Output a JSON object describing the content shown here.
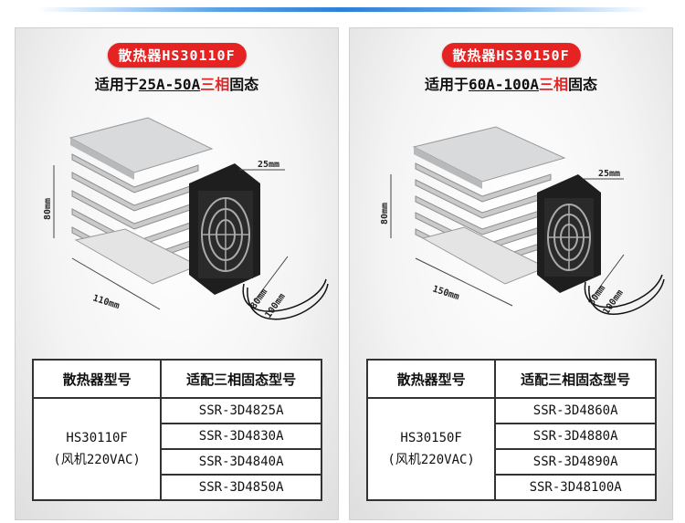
{
  "panels": [
    {
      "title": "散热器HS30110F",
      "sub_pre": "适用于",
      "sub_range": "25A-50A",
      "sub_red": "三相",
      "sub_post": "固态",
      "dims": {
        "width": "110mm",
        "height": "80mm",
        "fan": "25mm",
        "d1": "80mm",
        "d2": "100mm"
      },
      "table": {
        "col1": "散热器型号",
        "col2": "适配三相固态型号",
        "model": "HS30110F",
        "fan_note": "(风机220VAC)",
        "compatible": [
          "SSR-3D4825A",
          "SSR-3D4830A",
          "SSR-3D4840A",
          "SSR-3D4850A"
        ]
      }
    },
    {
      "title": "散热器HS30150F",
      "sub_pre": "适用于",
      "sub_range": "60A-100A",
      "sub_red": "三相",
      "sub_post": "固态",
      "dims": {
        "width": "150mm",
        "height": "80mm",
        "fan": "25mm",
        "d1": "80mm",
        "d2": "100mm"
      },
      "table": {
        "col1": "散热器型号",
        "col2": "适配三相固态型号",
        "model": "HS30150F",
        "fan_note": "(风机220VAC)",
        "compatible": [
          "SSR-3D4860A",
          "SSR-3D4880A",
          "SSR-3D4890A",
          "SSR-3D48100A"
        ]
      }
    }
  ]
}
